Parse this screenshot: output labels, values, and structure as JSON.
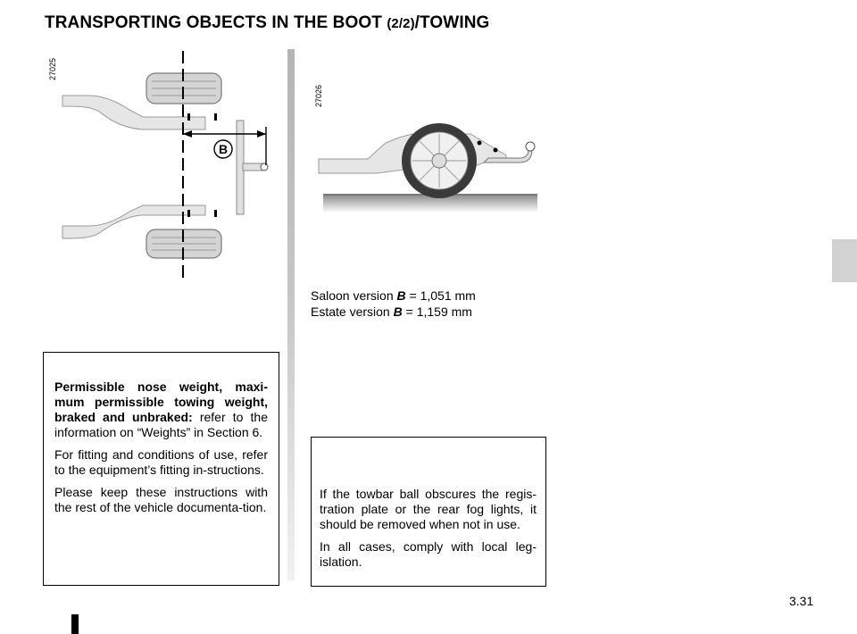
{
  "header": {
    "title_main": "TRANSPORTING OBJECTS IN THE BOOT ",
    "title_sub": "(2/2)",
    "title_end": "/TOWING"
  },
  "figure1": {
    "code": "27025",
    "label": "B"
  },
  "figure2": {
    "code": "27026"
  },
  "specs": [
    {
      "prefix": "Saloon version ",
      "var": "B",
      "value": " = 1,051 mm"
    },
    {
      "prefix": "Estate version ",
      "var": "B",
      "value": " = 1,159 mm"
    }
  ],
  "box1": {
    "p1_bold": "Permissible nose weight, maxi-mum permissible towing weight, braked and unbraked:",
    "p1_rest": " refer to the information on “Weights” in Section 6.",
    "p2": "For fitting and conditions of use, refer to the equipment’s fitting in-structions.",
    "p3": "Please keep these instructions with the rest of the vehicle documenta-tion."
  },
  "box2": {
    "p1": "If the towbar ball obscures the regis-tration plate or the rear fog lights, it should be removed when not in use.",
    "p2": "In all cases, comply with local leg-islation."
  },
  "footer": {
    "page": "3.31"
  }
}
